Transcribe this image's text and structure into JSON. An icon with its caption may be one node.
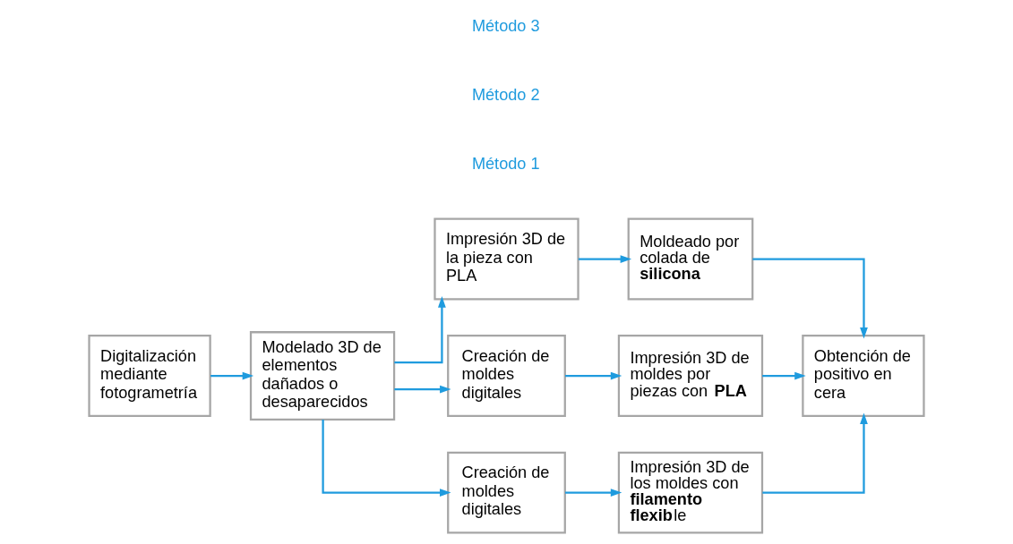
{
  "diagram": {
    "nodes": [
      {
        "text": [
          "Digitalización mediante fotogrametría"
        ]
      },
      {
        "text": [
          "Modelado 3D de elementos dañados o desaparecidos"
        ]
      },
      {
        "text": [
          "Impresión 3D de la pieza con PLA"
        ]
      },
      {
        "text": [
          "Moldeado por colada de **silicona**"
        ]
      },
      {
        "text": [
          "Creación de moldes digitales"
        ]
      },
      {
        "text": [
          "Impresión 3D de moldes por piezas con **PLA**"
        ]
      },
      {
        "text": [
          "Creación de moldes digitales"
        ]
      },
      {
        "text": [
          "Impresión 3D de los moldes con **filamento flexib**le"
        ]
      },
      {
        "text": [
          "Obtención de positivo en cera"
        ]
      }
    ],
    "edges": [
      {
        "from": 0,
        "to": 1,
        "arrow": "to"
      },
      {
        "from": 1,
        "to": 2,
        "arrow": "to"
      },
      {
        "from": 1,
        "to": 4,
        "arrow": "to"
      },
      {
        "from": 1,
        "to": 6,
        "arrow": "to"
      },
      {
        "from": 2,
        "to": 3,
        "arrow": "to"
      },
      {
        "from": 4,
        "to": 5,
        "arrow": "to"
      },
      {
        "from": 6,
        "to": 7,
        "arrow": "to"
      },
      {
        "from": 3,
        "to": 8,
        "arrow": "to"
      },
      {
        "from": 5,
        "to": 8,
        "arrow": "to"
      },
      {
        "from": 7,
        "to": 8,
        "arrow": "to"
      }
    ],
    "labels": [
      "Método 1",
      "Método 2",
      "Método 3"
    ]
  }
}
